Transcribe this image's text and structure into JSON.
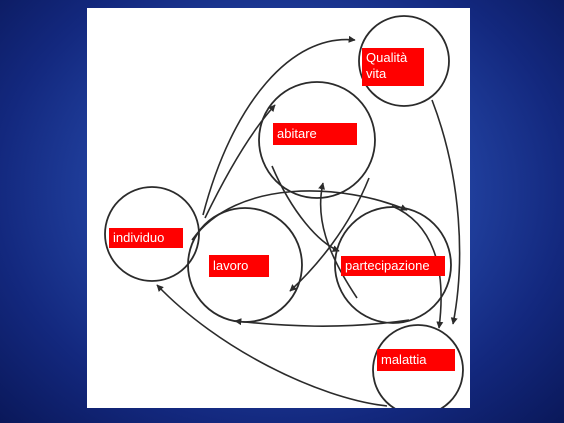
{
  "colors": {
    "background": "#1b3a8f",
    "label_fill": "#ff0000",
    "label_text": "#ffffff",
    "figure_bg": "#ffffff",
    "line": "#2b2b2b"
  },
  "diagram": {
    "nodes": {
      "qualita_vita": "Qualità\nvita",
      "abitare": "abitare",
      "individuo": "individuo",
      "lavoro": "lavoro",
      "partecipazione": "partecipazione",
      "malattia": "malattia"
    }
  }
}
